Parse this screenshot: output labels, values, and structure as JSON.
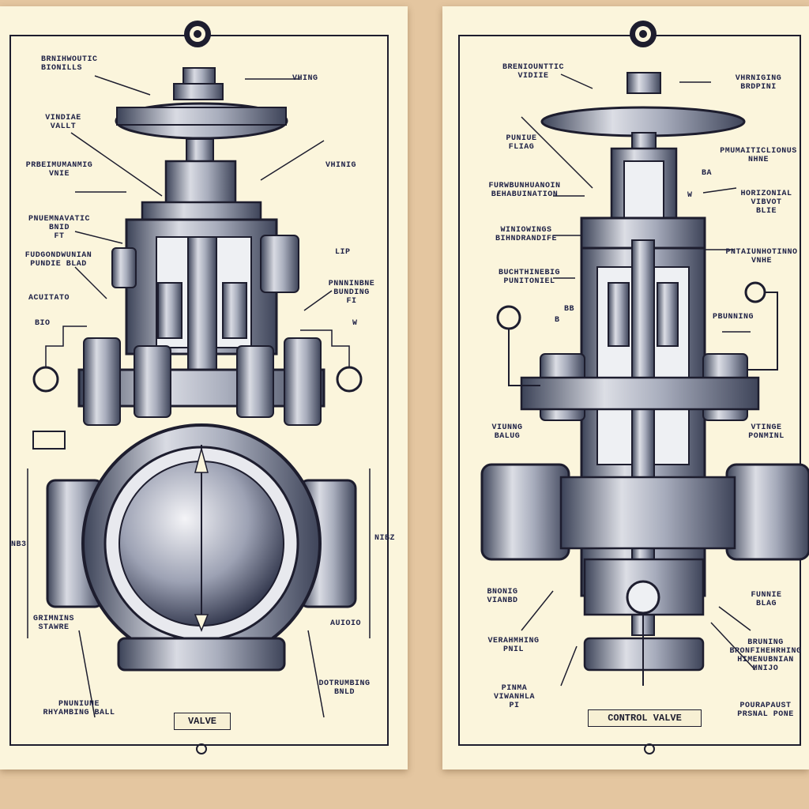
{
  "left_poster": {
    "title": "VALVE",
    "labels": {
      "top_left": "BRNIHWOUTIC\nBIONILLS",
      "top_right": "VHING",
      "unidle": "VINDIAE\nVALLT",
      "pemiuming": "PRBEIMUMANMIG\nVNIE",
      "pneumatic": "PNUEMNAVATIC\nBNID\nFT",
      "fugonbunn": "FUDGONDWUNIAN\nPUNDIE BLAD",
      "actuator": "ACUITATO",
      "bio": "BIO",
      "tip": "LIP",
      "valning": "VHINIG",
      "punnining": "PNNNINBNE\nBUNDING\nFI",
      "w": "W",
      "left_dim": "NB3",
      "right_dim": "NIBZ",
      "grimbs": "GRIMNINS\nSTAWRE",
      "audio": "AUIOIO",
      "pnaunle": "PNUNIUNE\nRHYAMBING BALL",
      "dotrumbig": "DOTRUMBING\nBNLD"
    }
  },
  "right_poster": {
    "title": "CONTROL VALVE",
    "labels": {
      "top_left": "BRENIOUNTTIC\nVIDIIE",
      "top_right": "VHRNIGING\nBRDPINI",
      "puniue": "PUNIUE\nFLIAG",
      "pmumaitic": "PMUMAITICLIONUS\nNHNE",
      "fuwbunn": "FURWBUNHUANOIN\nBEHABUINATION",
      "ba": "BA",
      "w": "W",
      "unidle": "WINIOWINGS\nBIHNDRANDIFE",
      "horizonal": "HORIZONIAL\nVIBVOT\nBLIE",
      "rounding": "BUCHTHINEBIG\nPUNITONIEL",
      "pnrumhin": "PNTAIUNHOTINNO\nVNHE",
      "bb": "BB",
      "b": "B",
      "pbuning": "PBUNNING",
      "visng": "VIUNNG\nBALUG",
      "visinge": "VTINGE\nPONMINL",
      "bnonig": "BNONIG\nVIANBD",
      "venerhing": "VERAHMHING\nPNIL",
      "pinma": "PINMA\nVIWANHLA\nPI",
      "funme": "FUNNIE\nBLAG",
      "bruning": "BRUNING\nBRONFIHEHRHING\nHIMENUBNIAN\nMNIJO",
      "pourapaust": "POURAPAUST\nPRSNAL PONE"
    }
  }
}
